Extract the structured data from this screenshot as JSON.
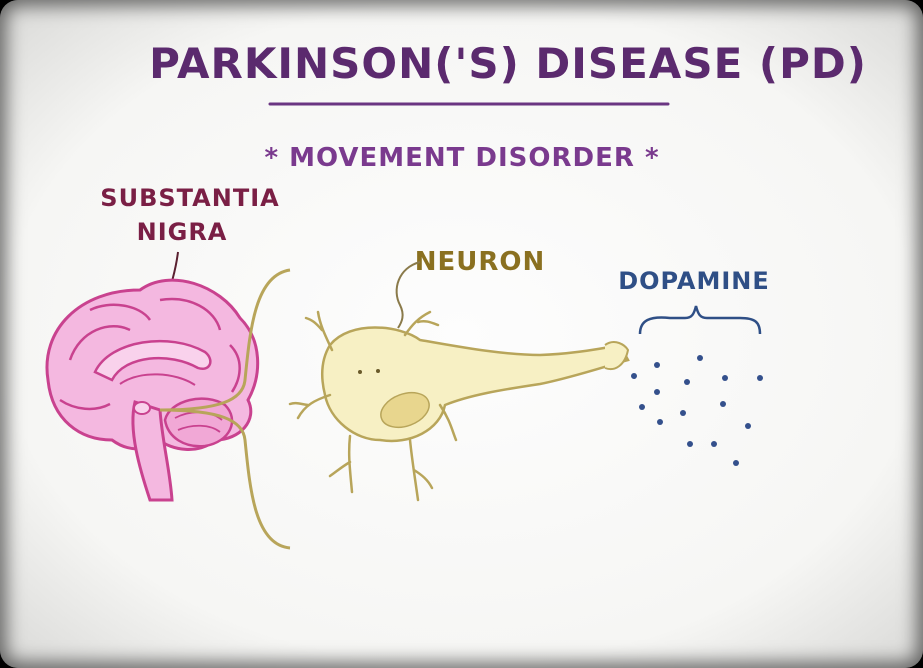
{
  "title": "PARKINSON('S) DISEASE (PD)",
  "subtitle": "* MOVEMENT DISORDER *",
  "labels": {
    "substantia_nigra_line1": "SUBSTANTIA",
    "substantia_nigra_line2": "NIGRA",
    "neuron": "NEURON",
    "dopamine": "DOPAMINE"
  },
  "colors": {
    "title": "#5b2a6e",
    "subtitle": "#7a3a8e",
    "substantia_label": "#7a1f45",
    "neuron_label": "#8a7020",
    "dopamine_label": "#2f4f86",
    "brain_fill": "#f4b8e0",
    "brain_stroke": "#c9428f",
    "neuron_fill": "#f7f0c4",
    "neuron_stroke": "#b8a55a",
    "dopamine_dot": "#34508c"
  }
}
